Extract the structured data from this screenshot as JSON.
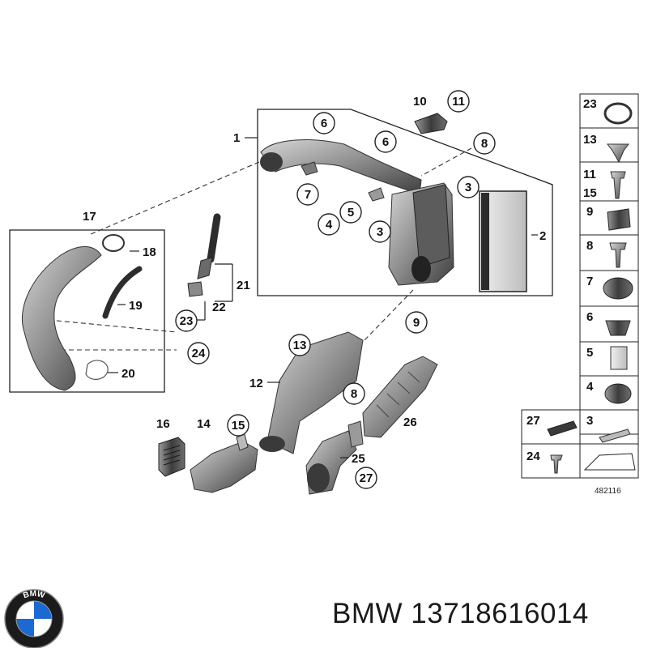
{
  "diagram": {
    "callouts": {
      "c6a": "6",
      "c6b": "6",
      "c7": "7",
      "c4": "4",
      "c5": "5",
      "c3a": "3",
      "c3b": "3",
      "c8a": "8",
      "c11": "11",
      "c9": "9",
      "c23": "23",
      "c24": "24",
      "c13": "13",
      "c8b": "8",
      "c15": "15",
      "c27": "27"
    },
    "labels": {
      "l1": "1",
      "l2": "2",
      "l10": "10",
      "l17": "17",
      "l18": "18",
      "l19": "19",
      "l20": "20",
      "l21": "21",
      "l22": "22",
      "l12": "12",
      "l16": "16",
      "l14": "14",
      "l25": "25",
      "l26": "26"
    },
    "legend": {
      "r23": "23",
      "r13": "13",
      "r11": "11",
      "r15": "15",
      "r9": "9",
      "r8": "8",
      "r7": "7",
      "r6": "6",
      "r5": "5",
      "r4": "4",
      "r27": "27",
      "r3": "3",
      "r24": "24"
    },
    "diagram_number": "482116"
  },
  "footer": {
    "logo_text": "BMW",
    "brand": "BMW",
    "part_number": "13718616014"
  },
  "colors": {
    "part_dark": "#4a4a4a",
    "part_mid": "#8a8a8a",
    "part_light": "#c9c9c9",
    "logo_blue": "#1c69d4"
  },
  "icons": [
    "bmw-roundel-icon",
    "hand-pointer-icon"
  ]
}
